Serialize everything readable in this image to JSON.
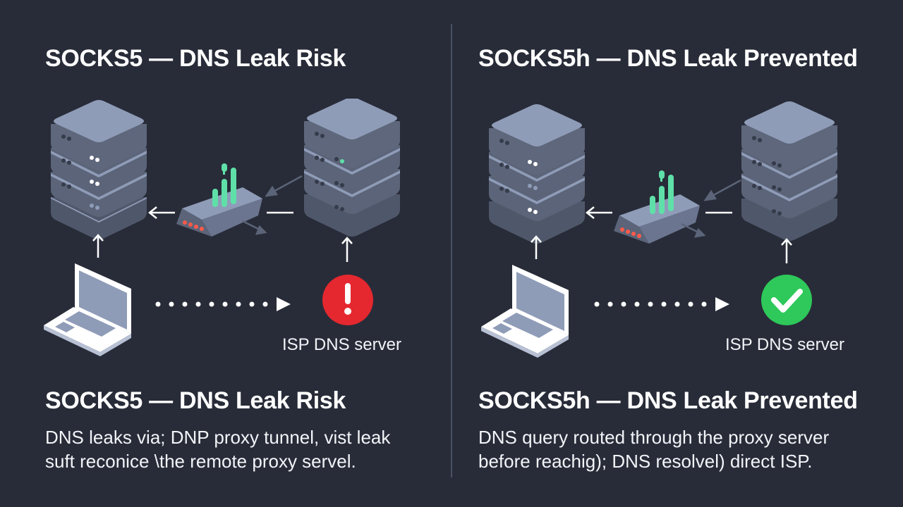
{
  "left": {
    "title": "SOCKS5 — DNS Leak Risk",
    "subtitle": "SOCKS5 — DNS Leak Risk",
    "description_lines": [
      "DNS leaks via; DNP proxy tunnel, vist leak",
      "suft reconice \\the remote proxy servel."
    ],
    "isp_label": "ISP DNS server",
    "status": "warning",
    "status_icon": "exclamation-icon"
  },
  "right": {
    "title": "SOCKS5h — DNS Leak Prevented",
    "subtitle": "SOCKS5h — DNS Leak Prevented",
    "description_lines": [
      "DNS query routed through the proxy server",
      "before reachig); DNS resolvel) direct ISP."
    ],
    "isp_label": "ISP DNS server",
    "status": "success",
    "status_icon": "checkmark-icon"
  },
  "colors": {
    "background": "#282c38",
    "warning": "#e5282f",
    "success": "#2ec95a",
    "signal": "#5fe0a8",
    "led": "#ff5a4a",
    "server_top": "#8f9cb8",
    "server_side": "#5b6478"
  }
}
